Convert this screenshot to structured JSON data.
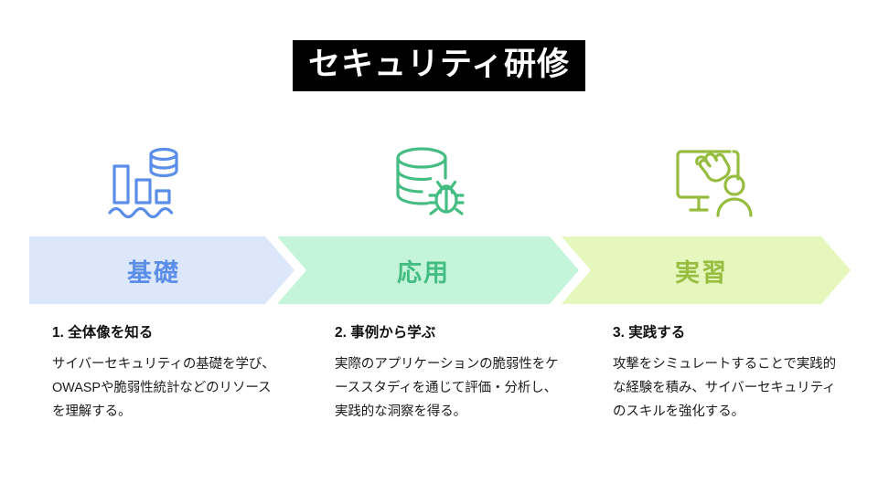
{
  "title": {
    "text": "セキュリティ研修",
    "background": "#000000",
    "color": "#ffffff"
  },
  "stages": [
    {
      "icon_name": "bar-chart-database-icon",
      "icon_color": "#5b8ee8",
      "chevron_label": "基礎",
      "chevron_bg": "#dde7fb",
      "chevron_text_color": "#5b8ee8",
      "heading": "1. 全体像を知る",
      "description": "サイバーセキュリティの基礎を学び、OWASPや脆弱性統計などのリソースを理解する。"
    },
    {
      "icon_name": "database-bug-icon",
      "icon_color": "#44bd83",
      "chevron_label": "応用",
      "chevron_bg": "#c4f5da",
      "chevron_text_color": "#44bd83",
      "heading": "2. 事例から学ぶ",
      "description": "実際のアプリケーションの脆弱性をケーススタディを通じて評価・分析し、実践的な洞察を得る。"
    },
    {
      "icon_name": "presentation-training-icon",
      "icon_color": "#96bd3f",
      "chevron_label": "実習",
      "chevron_bg": "#e6f7bd",
      "chevron_text_color": "#96bd3f",
      "heading": "3. 実践する",
      "description": "攻撃をシミュレートすることで実践的な経験を積み、サイバーセキュリティのスキルを強化する。"
    }
  ]
}
